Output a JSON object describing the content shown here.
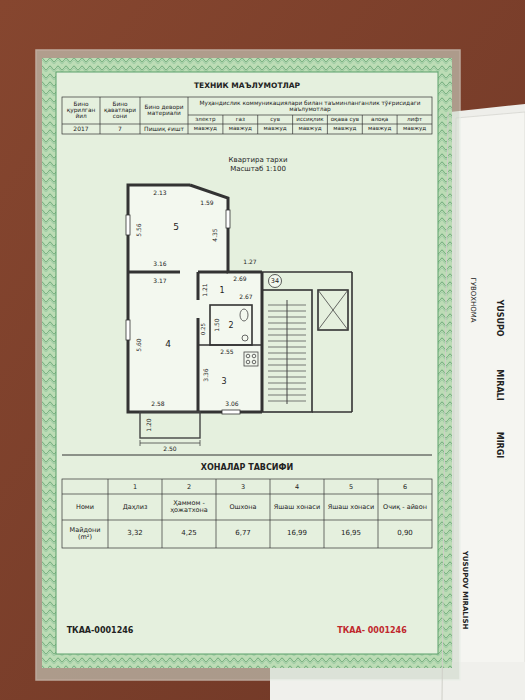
{
  "diagram": {
    "nodes": [
      {
        "text": [
          "ТЕХНИК МАЪЛУМОТЛАР"
        ]
      },
      {
        "text": [
          "ХОНАЛАР ТАВСИФИ"
        ]
      }
    ],
    "labels": [
      "Бино қурилган йил",
      "Бино қаватлари сони",
      "Бино девори материали",
      "Муҳандислик коммуникациялари билан таъминланганлик тўғрисидаги маълумотлар",
      "электр",
      "газ",
      "сув",
      "иссиқлик",
      "оқава сув",
      "алоқа",
      "лифт",
      "2017",
      "7",
      "Пишиқ ғишт",
      "мавжуд",
      "мавжуд",
      "мавжуд",
      "мавжуд",
      "мавжуд",
      "мавжуд",
      "мавжуд",
      "Квартира тархи",
      "Масштаб 1:100",
      "2.13",
      "1.59",
      "5.56",
      "4.35",
      "5",
      "3.16",
      "3.17",
      "2.69",
      "1",
      "1.21",
      "2.67",
      "0.25",
      "1.50",
      "2",
      "2.55",
      "3",
      "3.36",
      "3.06",
      "5.60",
      "4",
      "2.58",
      "1.20",
      "2.50",
      "34",
      "1.27",
      "1",
      "2",
      "3",
      "4",
      "5",
      "6",
      "Номи",
      "Даҳлиз",
      "Ҳаммом - ҳожатхона",
      "Ошхона",
      "Яшаш хонаси",
      "Яшаш хонаси",
      "Очиқ - айвон",
      "Майдони (m²)",
      "3,32",
      "4,25",
      "6,77",
      "16,99",
      "16,95",
      "0,90",
      "ТКАА-0001246",
      "ТКАА- 0001246",
      "ГУВОХНОМА",
      "YUSUPO",
      "MIRALI",
      "MIRGI",
      "YUSUPOV MIRALISH"
    ]
  }
}
